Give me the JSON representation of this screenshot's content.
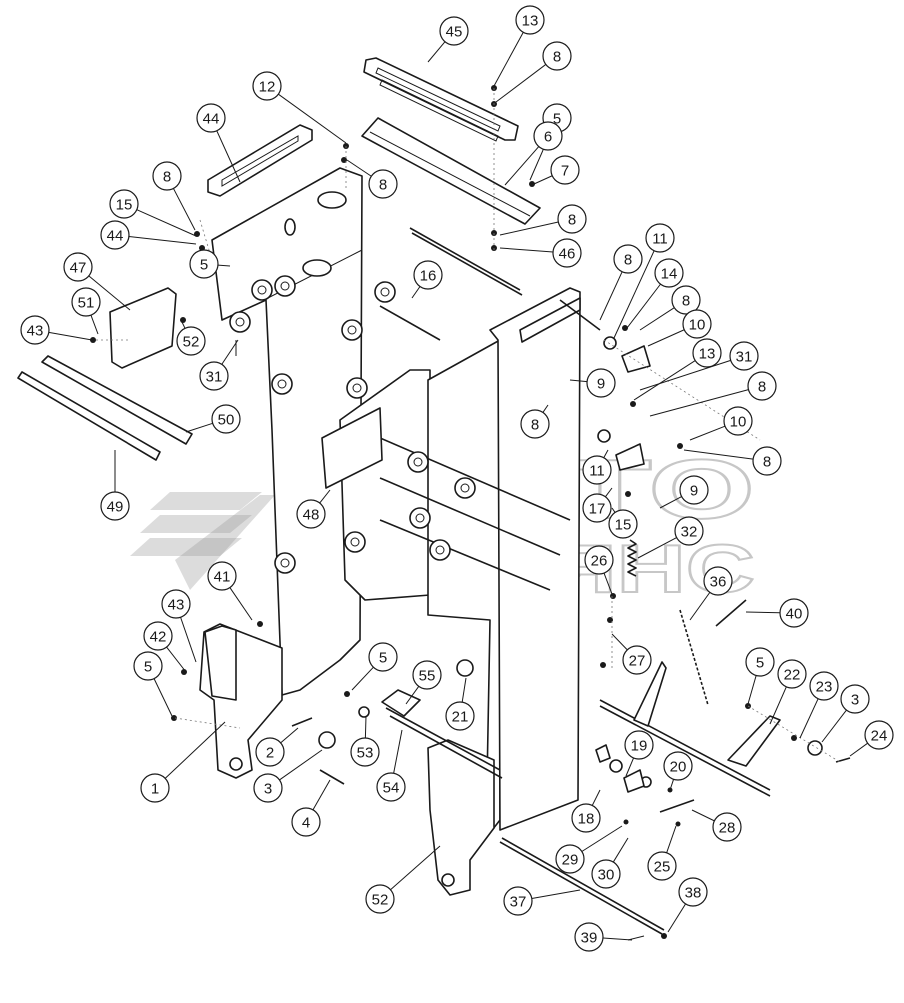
{
  "watermark": {
    "line1": "АВТО",
    "line2": "АЛЬЯНС"
  },
  "callouts": [
    {
      "label": "1"
    },
    {
      "label": "2"
    },
    {
      "label": "3"
    },
    {
      "label": "3"
    },
    {
      "label": "4"
    },
    {
      "label": "5"
    },
    {
      "label": "5"
    },
    {
      "label": "5"
    },
    {
      "label": "5"
    },
    {
      "label": "5"
    },
    {
      "label": "6"
    },
    {
      "label": "7"
    },
    {
      "label": "8"
    },
    {
      "label": "8"
    },
    {
      "label": "8"
    },
    {
      "label": "8"
    },
    {
      "label": "8"
    },
    {
      "label": "8"
    },
    {
      "label": "8"
    },
    {
      "label": "8"
    },
    {
      "label": "8"
    },
    {
      "label": "9"
    },
    {
      "label": "9"
    },
    {
      "label": "10"
    },
    {
      "label": "10"
    },
    {
      "label": "11"
    },
    {
      "label": "11"
    },
    {
      "label": "12"
    },
    {
      "label": "13"
    },
    {
      "label": "13"
    },
    {
      "label": "14"
    },
    {
      "label": "15"
    },
    {
      "label": "15"
    },
    {
      "label": "16"
    },
    {
      "label": "17"
    },
    {
      "label": "18"
    },
    {
      "label": "19"
    },
    {
      "label": "20"
    },
    {
      "label": "21"
    },
    {
      "label": "22"
    },
    {
      "label": "23"
    },
    {
      "label": "24"
    },
    {
      "label": "25"
    },
    {
      "label": "26"
    },
    {
      "label": "27"
    },
    {
      "label": "28"
    },
    {
      "label": "29"
    },
    {
      "label": "30"
    },
    {
      "label": "31"
    },
    {
      "label": "31"
    },
    {
      "label": "32"
    },
    {
      "label": "36"
    },
    {
      "label": "37"
    },
    {
      "label": "38"
    },
    {
      "label": "39"
    },
    {
      "label": "40"
    },
    {
      "label": "41"
    },
    {
      "label": "42"
    },
    {
      "label": "43"
    },
    {
      "label": "43"
    },
    {
      "label": "44"
    },
    {
      "label": "44"
    },
    {
      "label": "45"
    },
    {
      "label": "46"
    },
    {
      "label": "47"
    },
    {
      "label": "48"
    },
    {
      "label": "49"
    },
    {
      "label": "50"
    },
    {
      "label": "51"
    },
    {
      "label": "52"
    },
    {
      "label": "52"
    },
    {
      "label": "53"
    },
    {
      "label": "54"
    },
    {
      "label": "55"
    }
  ]
}
